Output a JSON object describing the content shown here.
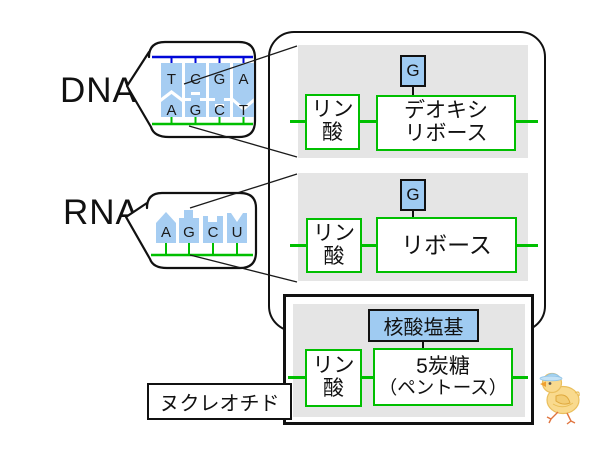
{
  "dna": {
    "label": "DNA",
    "top_bases": [
      "T",
      "C",
      "G",
      "A"
    ],
    "bottom_bases": [
      "A",
      "G",
      "C",
      "T"
    ]
  },
  "rna": {
    "label": "RNA",
    "bases": [
      "A",
      "G",
      "C",
      "U"
    ]
  },
  "panels": {
    "dna": {
      "phosphate": [
        "リン",
        "酸"
      ],
      "base_label": "G",
      "sugar": [
        "デオキシ",
        "リボース"
      ]
    },
    "rna": {
      "phosphate": [
        "リン",
        "酸"
      ],
      "base_label": "G",
      "sugar": [
        "リボース"
      ]
    },
    "nucleotide": {
      "phosphate": [
        "リン",
        "酸"
      ],
      "base_label": "核酸塩基",
      "sugar": [
        "5炭糖",
        "（ペントース）"
      ]
    }
  },
  "caption": "ヌクレオチド",
  "colors": {
    "strand_blue": "#0008d8",
    "strand_green": "#00bf00",
    "base_fill": "#a6cdf2",
    "panel_gray": "#e5e5e5"
  },
  "decor": {
    "mascot": "chick-with-cap"
  }
}
